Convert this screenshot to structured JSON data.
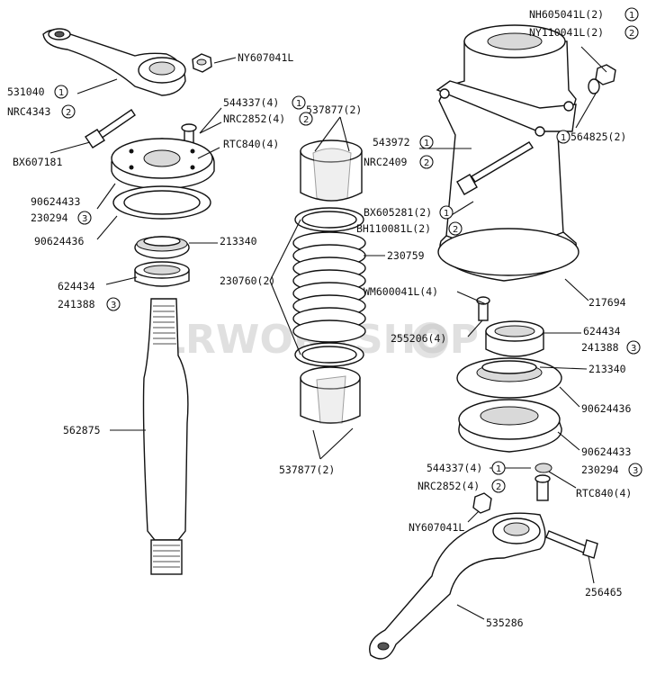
{
  "watermark": "LRWORKSHOP",
  "labels": {
    "nh605041l": "NH605041L(2)",
    "ny110041l": "NY110041L(2)",
    "ny607041l_top": "NY607041L",
    "l531040": "531040",
    "nrc4343": "NRC4343",
    "l544337_top": "544337(4)",
    "nrc2852_top": "NRC2852(4)",
    "rtc840_top": "RTC840(4)",
    "bx607181": "BX607181",
    "l90624433_left": "90624433",
    "l230294_left": "230294",
    "l90624436_left": "90624436",
    "l213340_left": "213340",
    "l624434_left": "624434",
    "l241388_left": "241388",
    "l562875": "562875",
    "l537877_top": "537877(2)",
    "l543972": "543972",
    "nrc2409": "NRC2409",
    "l564825": "564825(2)",
    "bx605281": "BX605281(2)",
    "bh110081l": "BH110081L(2)",
    "l230759": "230759",
    "l230760": "230760(2)",
    "l217694": "217694",
    "wm600041l": "WM600041L(4)",
    "l255206": "255206(4)",
    "l624434_right": "624434",
    "l241388_right": "241388",
    "l213340_right": "213340",
    "l90624436_right": "90624436",
    "l90624433_right": "90624433",
    "l230294_right": "230294",
    "l537877_bottom": "537877(2)",
    "l544337_bottom": "544337(4)",
    "nrc2852_bottom": "NRC2852(4)",
    "rtc840_bottom": "RTC840(4)",
    "ny607041l_bottom": "NY607041L",
    "l256465": "256465",
    "l535286": "535286"
  },
  "circled": {
    "one": "1",
    "two": "2",
    "three": "3"
  }
}
